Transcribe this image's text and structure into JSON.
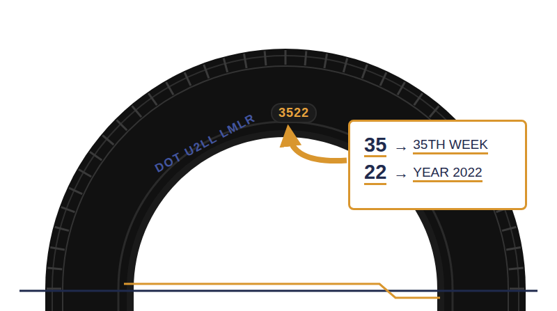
{
  "diagram": {
    "nodes": [
      {
        "text": [
          "3522"
        ]
      },
      {
        "text": [
          "35",
          "→",
          "35TH WEEK",
          "22",
          "→",
          "YEAR 2022"
        ]
      }
    ],
    "edges": [
      {
        "from": 1,
        "to": 0,
        "arrow": "to"
      }
    ],
    "labels": [
      "DOT U2LL LMLR"
    ]
  }
}
